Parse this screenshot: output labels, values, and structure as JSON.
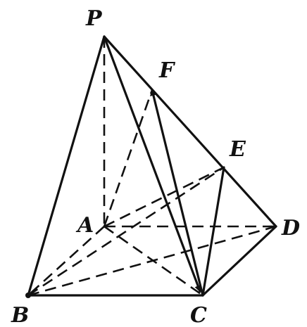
{
  "figure": {
    "points": {
      "P": "P",
      "F": "F",
      "E": "E",
      "A": "A",
      "D": "D",
      "B": "B",
      "C": "C"
    }
  }
}
